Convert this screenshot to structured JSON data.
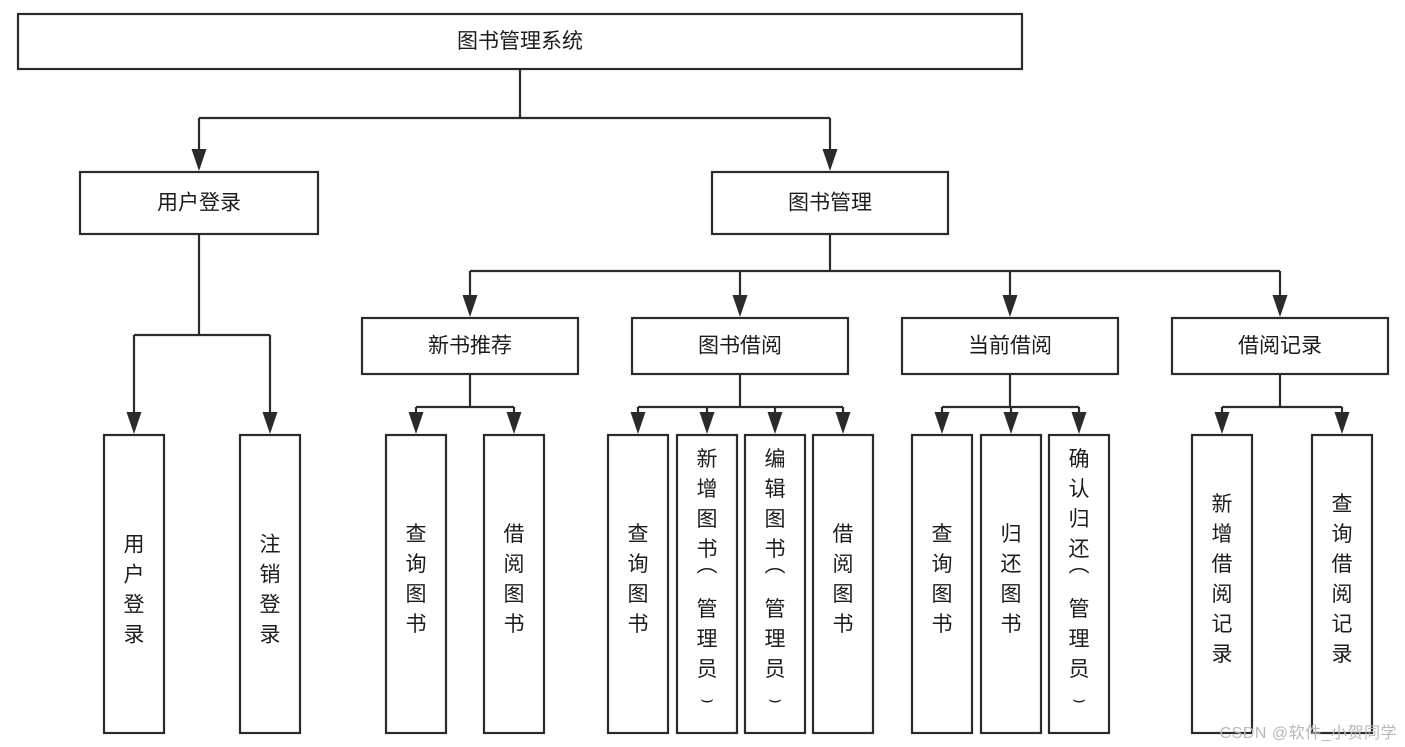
{
  "diagram": {
    "title": "图书管理系统",
    "type": "tree",
    "watermark": "CSDN @软件_小贺同学",
    "colors": {
      "box_stroke": "#2b2b2b",
      "box_fill": "#ffffff",
      "text": "#1c1c1c",
      "background": "#ffffff",
      "watermark": "#b8b8b8"
    },
    "nodes": {
      "root": {
        "label": "图书管理系统",
        "level": 0
      },
      "user_login": {
        "label": "用户登录",
        "level": 1
      },
      "book_manage": {
        "label": "图书管理",
        "level": 1
      },
      "new_book_rec": {
        "label": "新书推荐",
        "level": 2
      },
      "book_borrow": {
        "label": "图书借阅",
        "level": 2
      },
      "current_borrow": {
        "label": "当前借阅",
        "level": 2
      },
      "borrow_record": {
        "label": "借阅记录",
        "level": 2
      },
      "leaf_user_login": {
        "label": "用户登录",
        "level": 2,
        "orientation": "vertical"
      },
      "leaf_logout": {
        "label": "注销登录",
        "level": 2,
        "orientation": "vertical"
      },
      "leaf_query_book_1": {
        "label": "查询图书",
        "level": 3,
        "orientation": "vertical"
      },
      "leaf_borrow_book_1": {
        "label": "借阅图书",
        "level": 3,
        "orientation": "vertical"
      },
      "leaf_query_book_2": {
        "label": "查询图书",
        "level": 3,
        "orientation": "vertical"
      },
      "leaf_add_book": {
        "label": "新增图书（管理员）",
        "level": 3,
        "orientation": "vertical"
      },
      "leaf_edit_book": {
        "label": "编辑图书（管理员）",
        "level": 3,
        "orientation": "vertical"
      },
      "leaf_borrow_book_2": {
        "label": "借阅图书",
        "level": 3,
        "orientation": "vertical"
      },
      "leaf_query_book_3": {
        "label": "查询图书",
        "level": 3,
        "orientation": "vertical"
      },
      "leaf_return_book": {
        "label": "归还图书",
        "level": 3,
        "orientation": "vertical"
      },
      "leaf_confirm_return": {
        "label": "确认归还（管理员）",
        "level": 3,
        "orientation": "vertical"
      },
      "leaf_add_record": {
        "label": "新增借阅记录",
        "level": 3,
        "orientation": "vertical"
      },
      "leaf_query_record": {
        "label": "查询借阅记录",
        "level": 3,
        "orientation": "vertical"
      }
    },
    "edges": [
      {
        "from": "root",
        "to": "user_login"
      },
      {
        "from": "root",
        "to": "book_manage"
      },
      {
        "from": "user_login",
        "to": "leaf_user_login"
      },
      {
        "from": "user_login",
        "to": "leaf_logout"
      },
      {
        "from": "book_manage",
        "to": "new_book_rec"
      },
      {
        "from": "book_manage",
        "to": "book_borrow"
      },
      {
        "from": "book_manage",
        "to": "current_borrow"
      },
      {
        "from": "book_manage",
        "to": "borrow_record"
      },
      {
        "from": "new_book_rec",
        "to": "leaf_query_book_1"
      },
      {
        "from": "new_book_rec",
        "to": "leaf_borrow_book_1"
      },
      {
        "from": "book_borrow",
        "to": "leaf_query_book_2"
      },
      {
        "from": "book_borrow",
        "to": "leaf_add_book"
      },
      {
        "from": "book_borrow",
        "to": "leaf_edit_book"
      },
      {
        "from": "book_borrow",
        "to": "leaf_borrow_book_2"
      },
      {
        "from": "current_borrow",
        "to": "leaf_query_book_3"
      },
      {
        "from": "current_borrow",
        "to": "leaf_return_book"
      },
      {
        "from": "current_borrow",
        "to": "leaf_confirm_return"
      },
      {
        "from": "borrow_record",
        "to": "leaf_add_record"
      },
      {
        "from": "borrow_record",
        "to": "leaf_query_record"
      }
    ]
  }
}
